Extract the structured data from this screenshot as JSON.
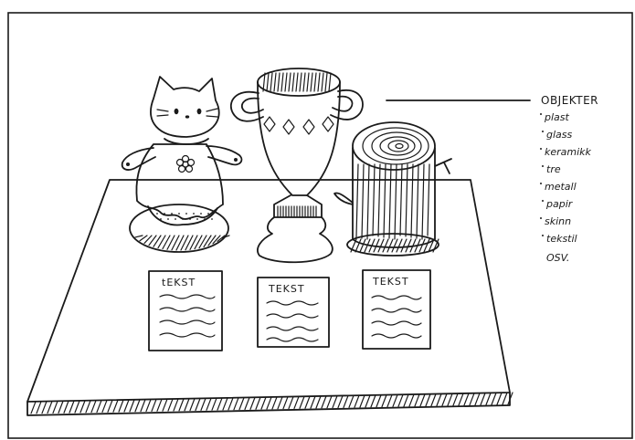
{
  "legend": {
    "title": "OBJEKTER",
    "items": [
      "plast",
      "glass",
      "keramikk",
      "tre",
      "metall",
      "papir",
      "skinn",
      "tekstil"
    ],
    "footer": "OSV."
  },
  "cards": [
    {
      "title": "tEKST"
    },
    {
      "title": "TEKST"
    },
    {
      "title": "TEKST"
    }
  ],
  "objects": [
    "cat-figurine",
    "trophy-cup",
    "tree-stump"
  ]
}
